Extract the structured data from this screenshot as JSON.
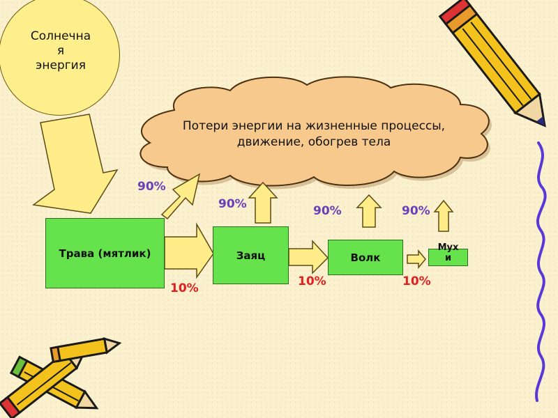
{
  "sun": {
    "label": "Солнечна\nя\nэнергия"
  },
  "cloud": {
    "text": "Потери энергии на жизненные процессы,\nдвижение, обогрев тела"
  },
  "chain": [
    {
      "label": "Трава (мятлик)"
    },
    {
      "label": "Заяц"
    },
    {
      "label": "Волк"
    },
    {
      "label": "Мух\nи"
    }
  ],
  "losses": [
    "90%",
    "90%",
    "90%",
    "90%"
  ],
  "transfers": [
    "10%",
    "10%",
    "10%"
  ],
  "colors": {
    "box_fill": "#66e24c",
    "arrow_fill": "#ffed8a",
    "cloud_fill": "#f7c98c",
    "sun_fill": "#ffef8c",
    "loss_text": "#6a3fb8",
    "transfer_text": "#e02020"
  }
}
